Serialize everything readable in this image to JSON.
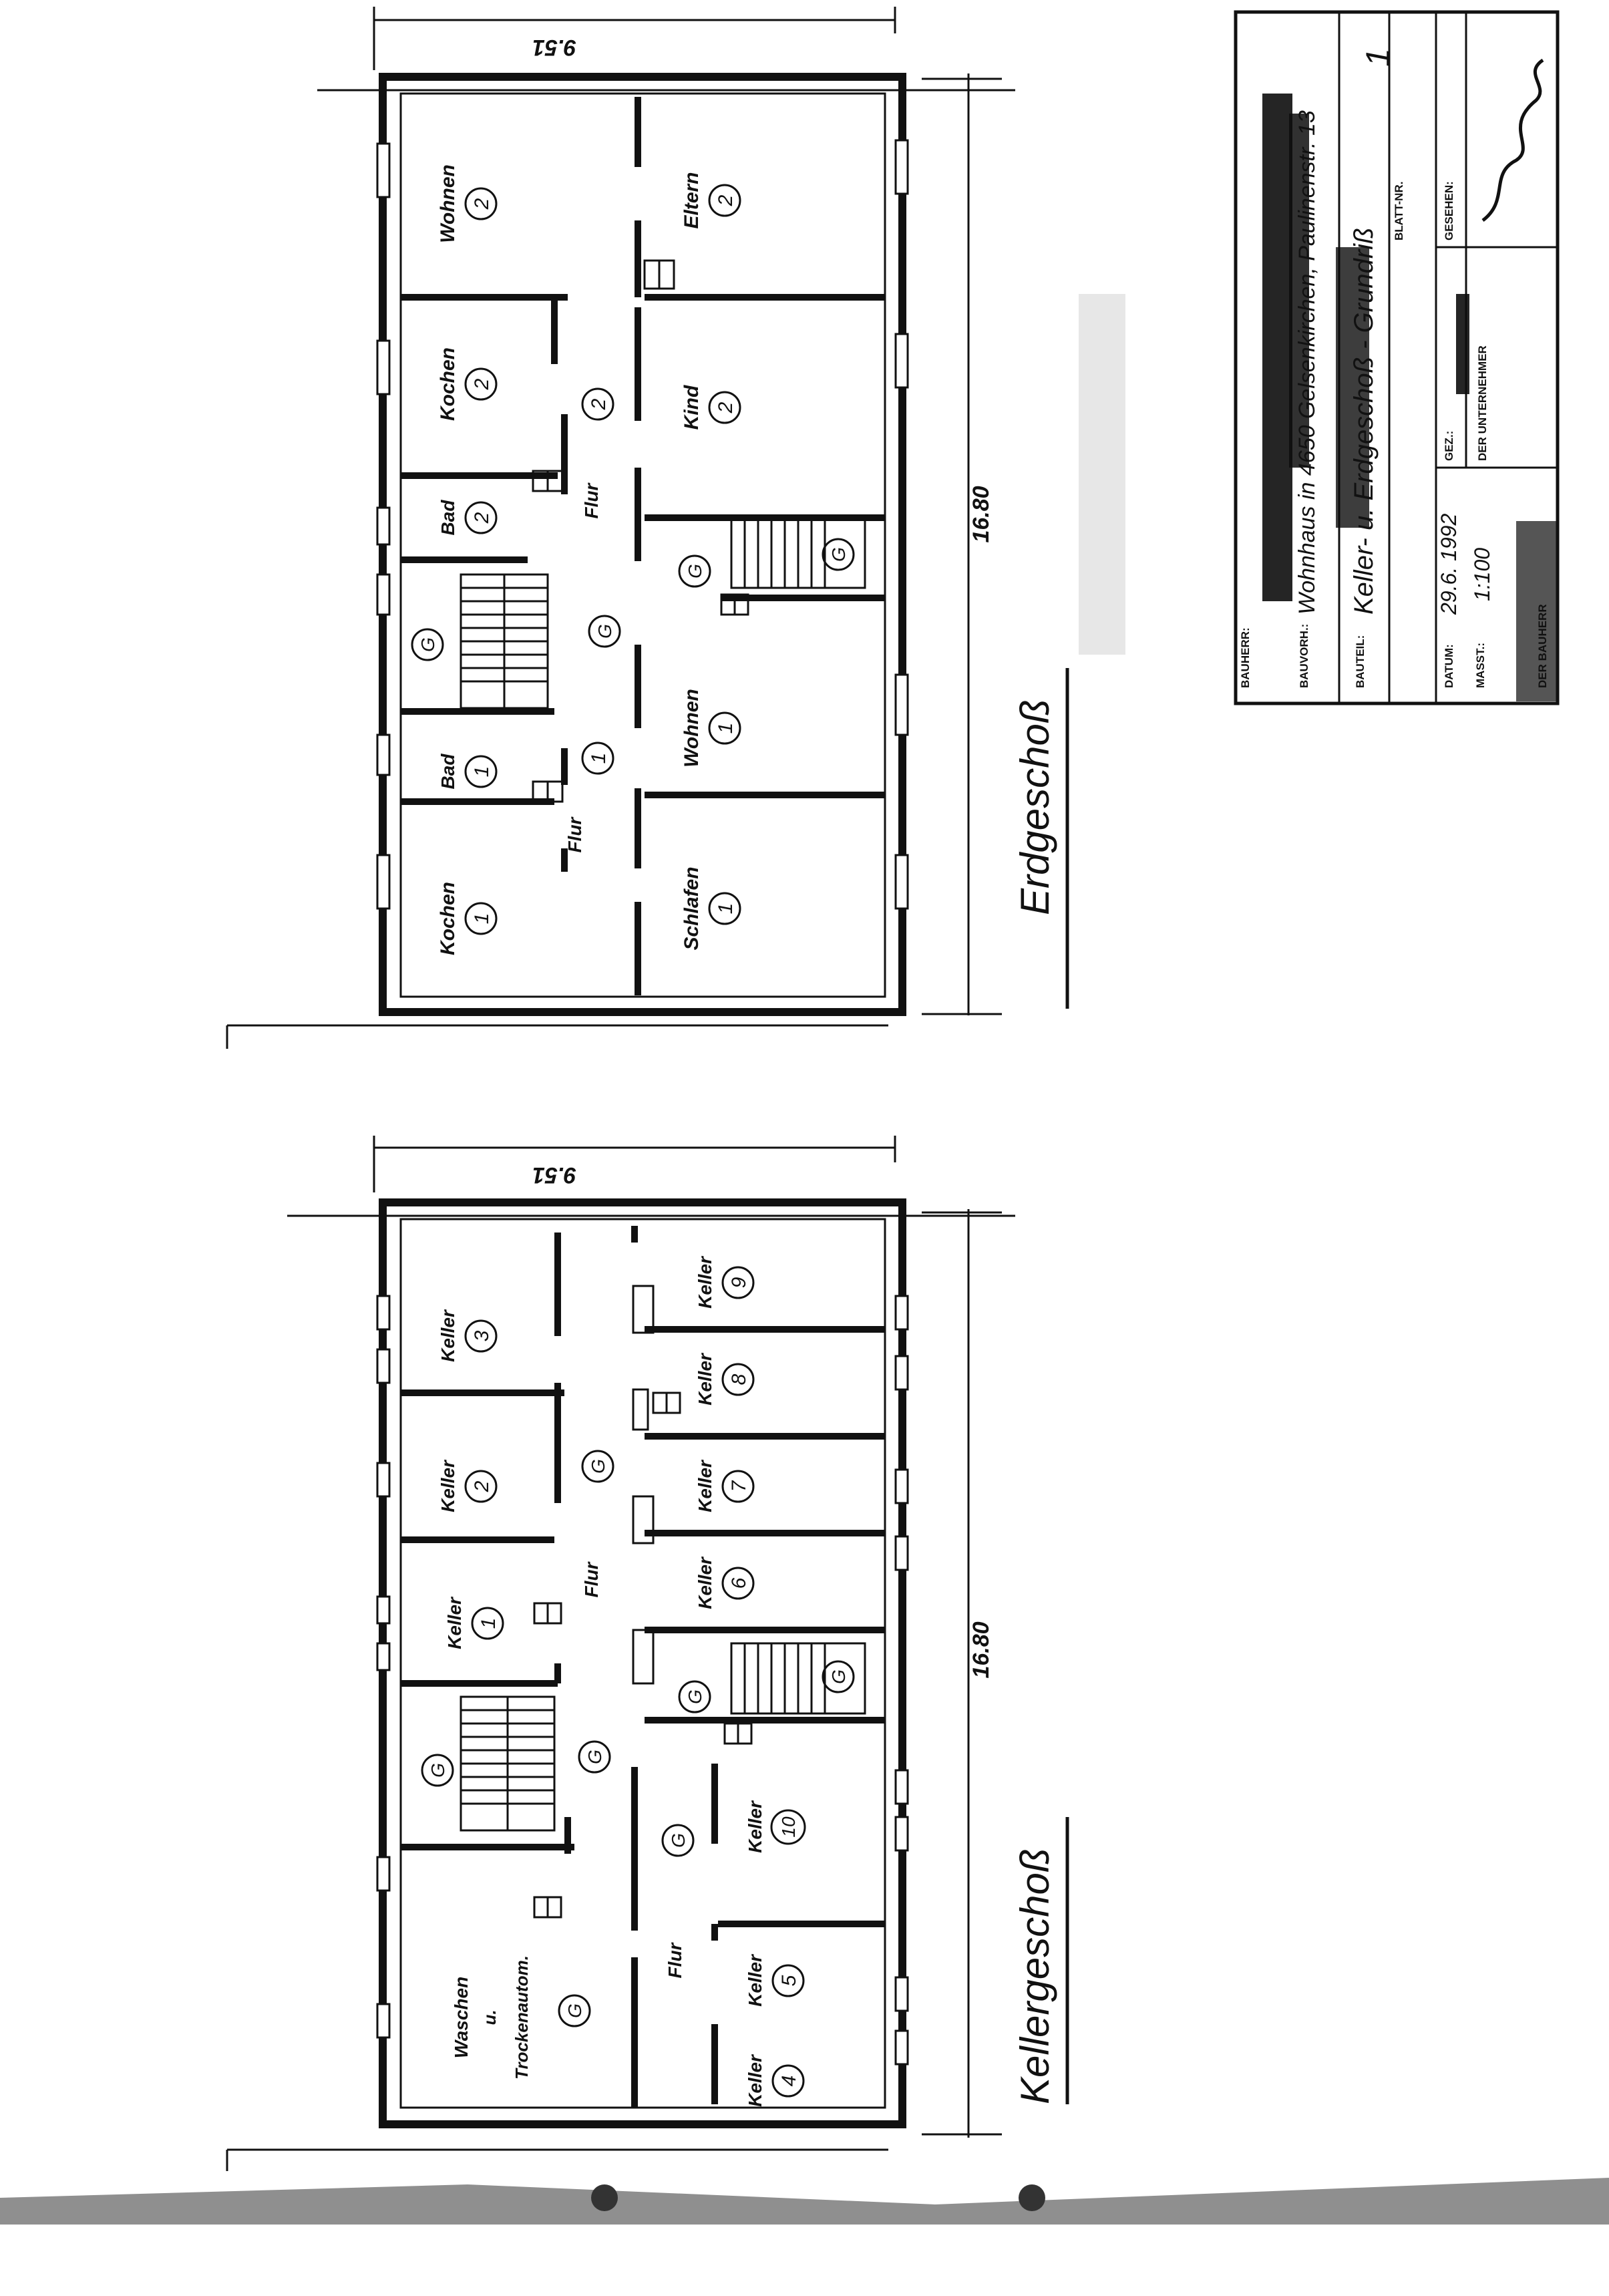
{
  "plans": {
    "ground": {
      "title": "Erdgeschoß",
      "dim_width": "9.51",
      "dim_length": "16.80",
      "rooms": {
        "wohnen2": {
          "name": "Wohnen",
          "num": "2"
        },
        "eltern": {
          "name": "Eltern",
          "num": "2"
        },
        "kochen2": {
          "name": "Kochen",
          "num": "2"
        },
        "kind": {
          "name": "Kind",
          "num": "2"
        },
        "bad2": {
          "name": "Bad",
          "num": "2"
        },
        "flur2": {
          "name": "Flur",
          "num": "2"
        },
        "bad1": {
          "name": "Bad",
          "num": "1"
        },
        "wohnen1": {
          "name": "Wohnen",
          "num": "1"
        },
        "flur1": {
          "name": "Flur",
          "num": "1"
        },
        "kochen1": {
          "name": "Kochen",
          "num": "1"
        },
        "schlafen": {
          "name": "Schlafen",
          "num": "1"
        }
      },
      "common_mark": "G"
    },
    "cellar": {
      "title": "Kellergeschoß",
      "dim_width": "9.51",
      "dim_length": "16.80",
      "rooms": {
        "k3": {
          "name": "Keller",
          "num": "3"
        },
        "k9": {
          "name": "Keller",
          "num": "9"
        },
        "k8": {
          "name": "Keller",
          "num": "8"
        },
        "k2": {
          "name": "Keller",
          "num": "2"
        },
        "k7": {
          "name": "Keller",
          "num": "7"
        },
        "k1": {
          "name": "Keller",
          "num": "1"
        },
        "k6": {
          "name": "Keller",
          "num": "6"
        },
        "k10": {
          "name": "Keller",
          "num": "10"
        },
        "k5": {
          "name": "Keller",
          "num": "5"
        },
        "k4": {
          "name": "Keller",
          "num": "4"
        },
        "flur_a": {
          "name": "Flur"
        },
        "flur_b": {
          "name": "Flur"
        },
        "waschen": {
          "line1": "Waschen",
          "line2": "u.",
          "line3": "Trockenautom.",
          "mark": "G"
        }
      },
      "common_mark": "G"
    }
  },
  "title_block": {
    "label_bauherr": "BAUHERR:",
    "label_bauvorh": "BAUVORH.:",
    "label_bauteil": "BAUTEIL:",
    "label_datum": "DATUM:",
    "label_masst": "MASST.:",
    "label_gez": "GEZ.:",
    "label_blatt": "BLATT-NR.",
    "label_gesehen": "GESEHEN:",
    "label_unternehmer": "DER UNTERNEHMER",
    "label_der_bauherr": "DER BAUHERR",
    "bauvorhaben": "Wohnhaus in 4650 Gelsenkirchen, Paulinenstr. 13",
    "bauteil": "Keller- u. Erdgeschoß - Grundriß",
    "datum": "29.6. 1992",
    "masstab": "1:100",
    "blatt_nr": "1"
  },
  "colors": {
    "ink": "#111111",
    "paper": "#ffffff",
    "redaction": "#0d0d0d"
  }
}
